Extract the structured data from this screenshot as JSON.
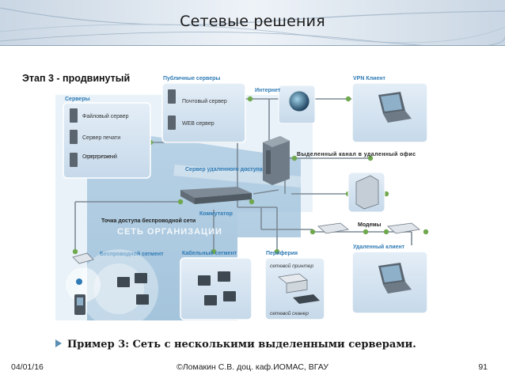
{
  "header": {
    "title": "Сетевые решения"
  },
  "stage_label": "Этап 3 - продвинутый",
  "diagram": {
    "servers_box": {
      "title": "Серверы",
      "items": [
        "Файловый сервер",
        "Сервер печати",
        "Сервер приложений"
      ]
    },
    "public_servers": {
      "title": "Публичные серверы",
      "items": [
        "Почтовый сервер",
        "WEB сервер"
      ]
    },
    "internet": "Интернет",
    "vpn_client": "VPN Клиент",
    "dedicated_channel": "Выделенный канал в удаленный офис",
    "remote_access_server": "Сервер удаленного доступа",
    "switch": "Коммутатор",
    "access_point": "Точка доступа беспроводной сети",
    "org_network": "СЕТЬ ОРГАНИЗАЦИИ",
    "modems": "Модемы",
    "wireless_segment": "Беспроводной сегмент",
    "cable_segment": "Кабельный сегмент",
    "peripherals": {
      "title": "Периферия",
      "items": [
        "сетевой принтер",
        "сетевой сканер"
      ]
    },
    "remote_client": "Удаленный клиент"
  },
  "caption": "Пример 3: Сеть с несколькими выделенными серверами.",
  "footer": {
    "date": "04/01/16",
    "center": "©Ломакин С.В. доц. каф.ИОМАС, ВГАУ",
    "page": "91"
  }
}
